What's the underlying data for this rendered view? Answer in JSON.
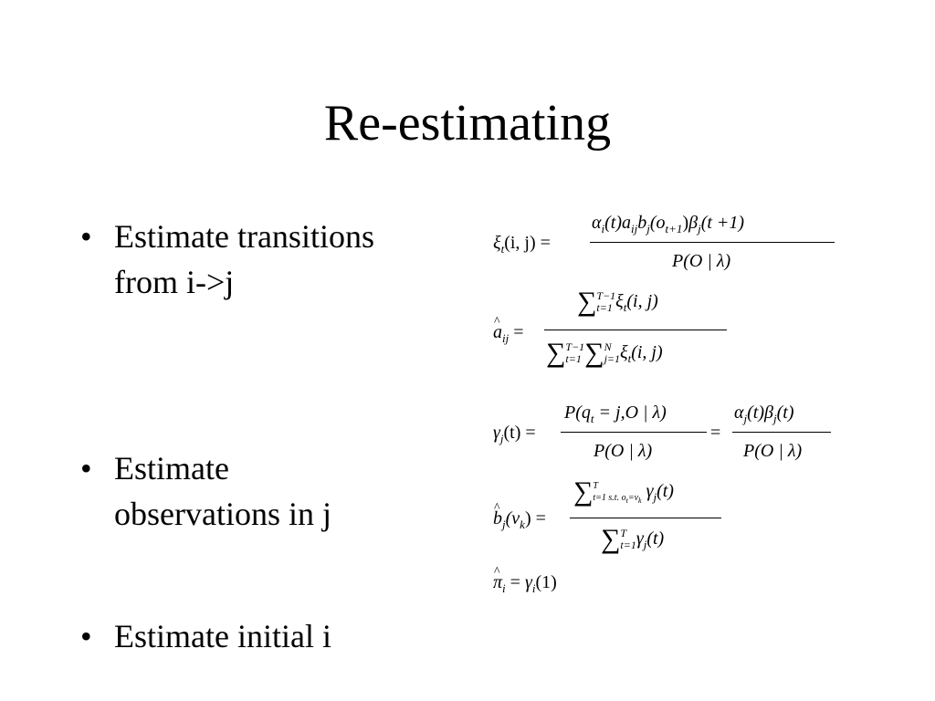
{
  "slide": {
    "title": "Re-estimating",
    "bullets": [
      {
        "line1": "Estimate transitions",
        "line2": "from i->j"
      },
      {
        "line1": "Estimate",
        "line2": "observations in j"
      },
      {
        "line1": "Estimate initial i",
        "line2": ""
      }
    ],
    "bullet_symbol": "•"
  },
  "formulas": {
    "xi": {
      "lhs": "ξ",
      "lhs_sub": "t",
      "lhs_args": "(i, j) =",
      "num_alpha": "α",
      "num_alpha_sub": "i",
      "num_part1": "(t)a",
      "num_a_sub": "ij",
      "num_b": "b",
      "num_b_sub": "j",
      "num_o": "(o",
      "num_o_sub": "t+1",
      "num_beta_pre": ")",
      "num_beta": "β",
      "num_beta_sub": "j",
      "num_tail": "(t +1)",
      "den": "P(O | λ)"
    },
    "a_hat": {
      "lhs": "a",
      "lhs_sub": "ij",
      "eq": "=",
      "num_sum_upper": "T−1",
      "num_sum_lower": "t=1",
      "num_body": "ξ",
      "num_body_sub": "t",
      "num_args": "(i, j)",
      "den_sum1_upper": "T−1",
      "den_sum1_lower": "t=1",
      "den_sum2_upper": "N",
      "den_sum2_lower": "j=1",
      "den_body": "ξ",
      "den_body_sub": "t",
      "den_args": "(i, j)"
    },
    "gamma": {
      "lhs": "γ",
      "lhs_sub": "j",
      "lhs_args": "(t) =",
      "num1": "P(q",
      "num1_sub": "t",
      "num1_tail": " = j,O | λ)",
      "den1": "P(O | λ)",
      "eq2": "=",
      "num2_alpha": "α",
      "num2_alpha_sub": "j",
      "num2_mid": "(t)",
      "num2_beta": "β",
      "num2_beta_sub": "j",
      "num2_tail": "(t)",
      "den2": "P(O | λ)"
    },
    "b_hat": {
      "lhs": "b",
      "lhs_sub": "j",
      "lhs_args_pre": "(v",
      "lhs_args_sub": "k",
      "lhs_args_post": ") =",
      "num_sum_upper": "T",
      "num_sum_lower": "t=1 s.t. o",
      "num_sum_lower_sub": "t",
      "num_sum_lower_tail": "=v",
      "num_sum_lower_tail_sub": "k",
      "num_body": "γ",
      "num_body_sub": "j",
      "num_args": "(t)",
      "den_sum_upper": "T",
      "den_sum_lower": "t=1",
      "den_body": "γ",
      "den_body_sub": "j",
      "den_args": "(t)"
    },
    "pi_hat": {
      "lhs": "π",
      "lhs_sub": "i",
      "eq": "=",
      "rhs": "γ",
      "rhs_sub": "i",
      "rhs_args": "(1)"
    },
    "sum_symbol": "∑"
  }
}
